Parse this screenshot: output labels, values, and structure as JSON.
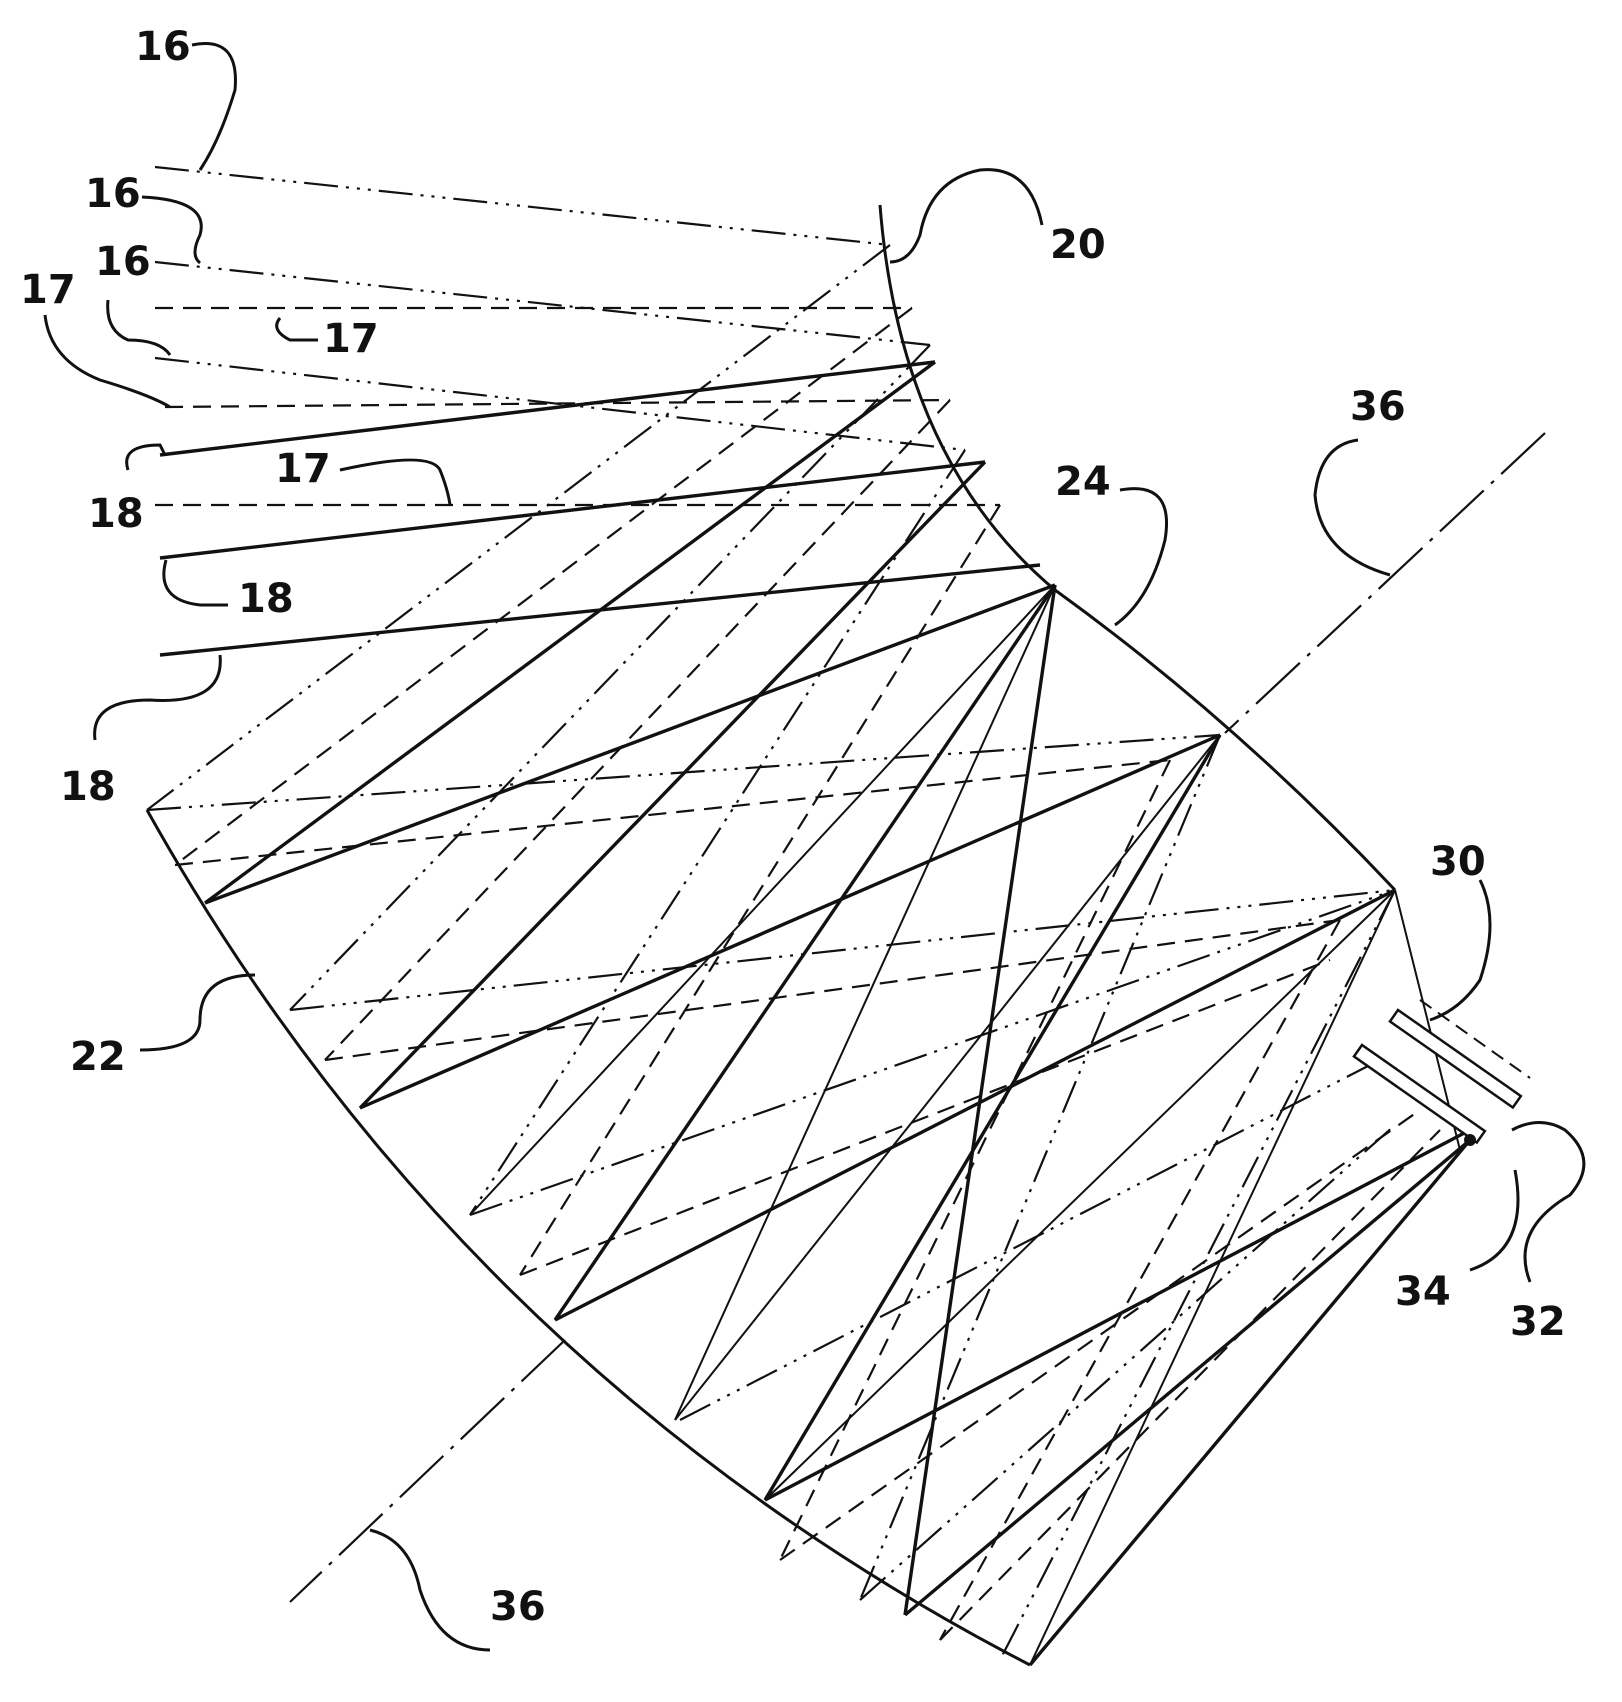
{
  "labels": {
    "ray_16": "16",
    "ray_17": "17",
    "ray_18": "18",
    "mirror_20": "20",
    "mirror_22": "22",
    "mirror_24": "24",
    "element_30": "30",
    "element_32": "32",
    "element_34": "34",
    "axis_36": "36"
  }
}
